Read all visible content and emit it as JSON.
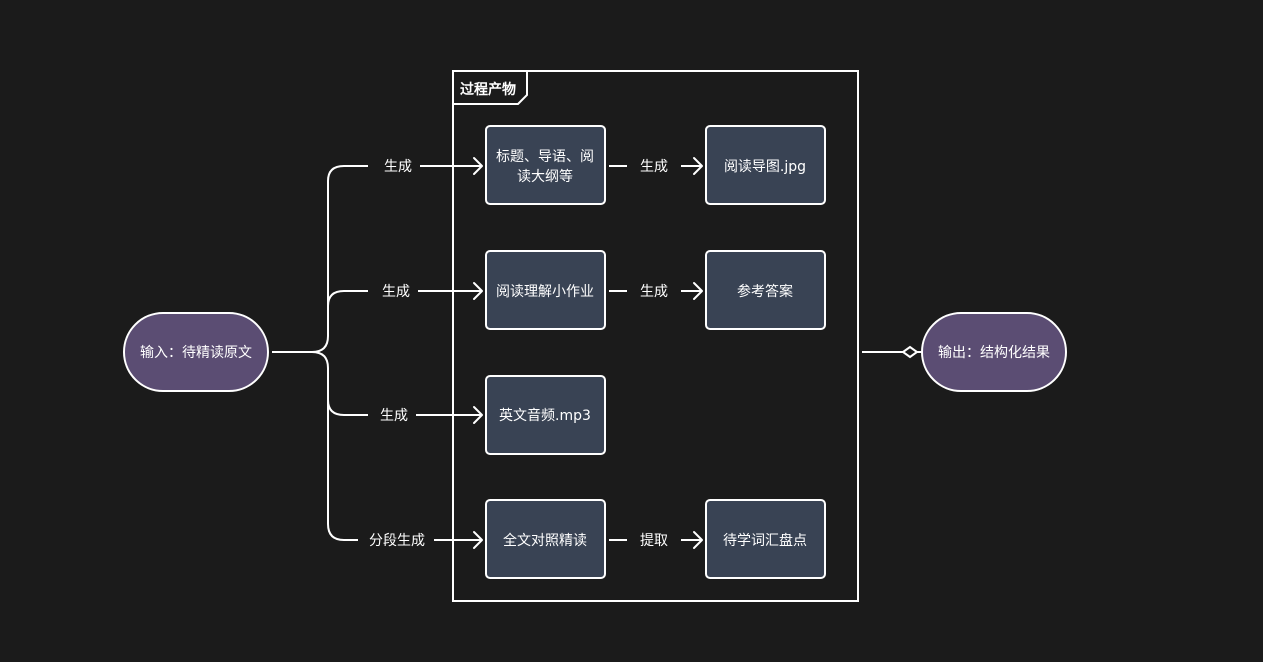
{
  "diagram": {
    "input": "输入：待精读原文",
    "output": "输出：结构化结果",
    "frame_title": "过程产物",
    "nodes": {
      "outline_line1": "标题、导语、阅",
      "outline_line2": "读大纲等",
      "mindmap": "阅读导图.jpg",
      "homework": "阅读理解小作业",
      "answers": "参考答案",
      "audio": "英文音频.mp3",
      "bilingual": "全文对照精读",
      "vocab": "待学词汇盘点"
    },
    "edges": {
      "gen1": "生成",
      "gen2": "生成",
      "gen3": "生成",
      "gen_seg": "分段生成",
      "gen_mindmap": "生成",
      "gen_answers": "生成",
      "extract": "提取"
    }
  }
}
